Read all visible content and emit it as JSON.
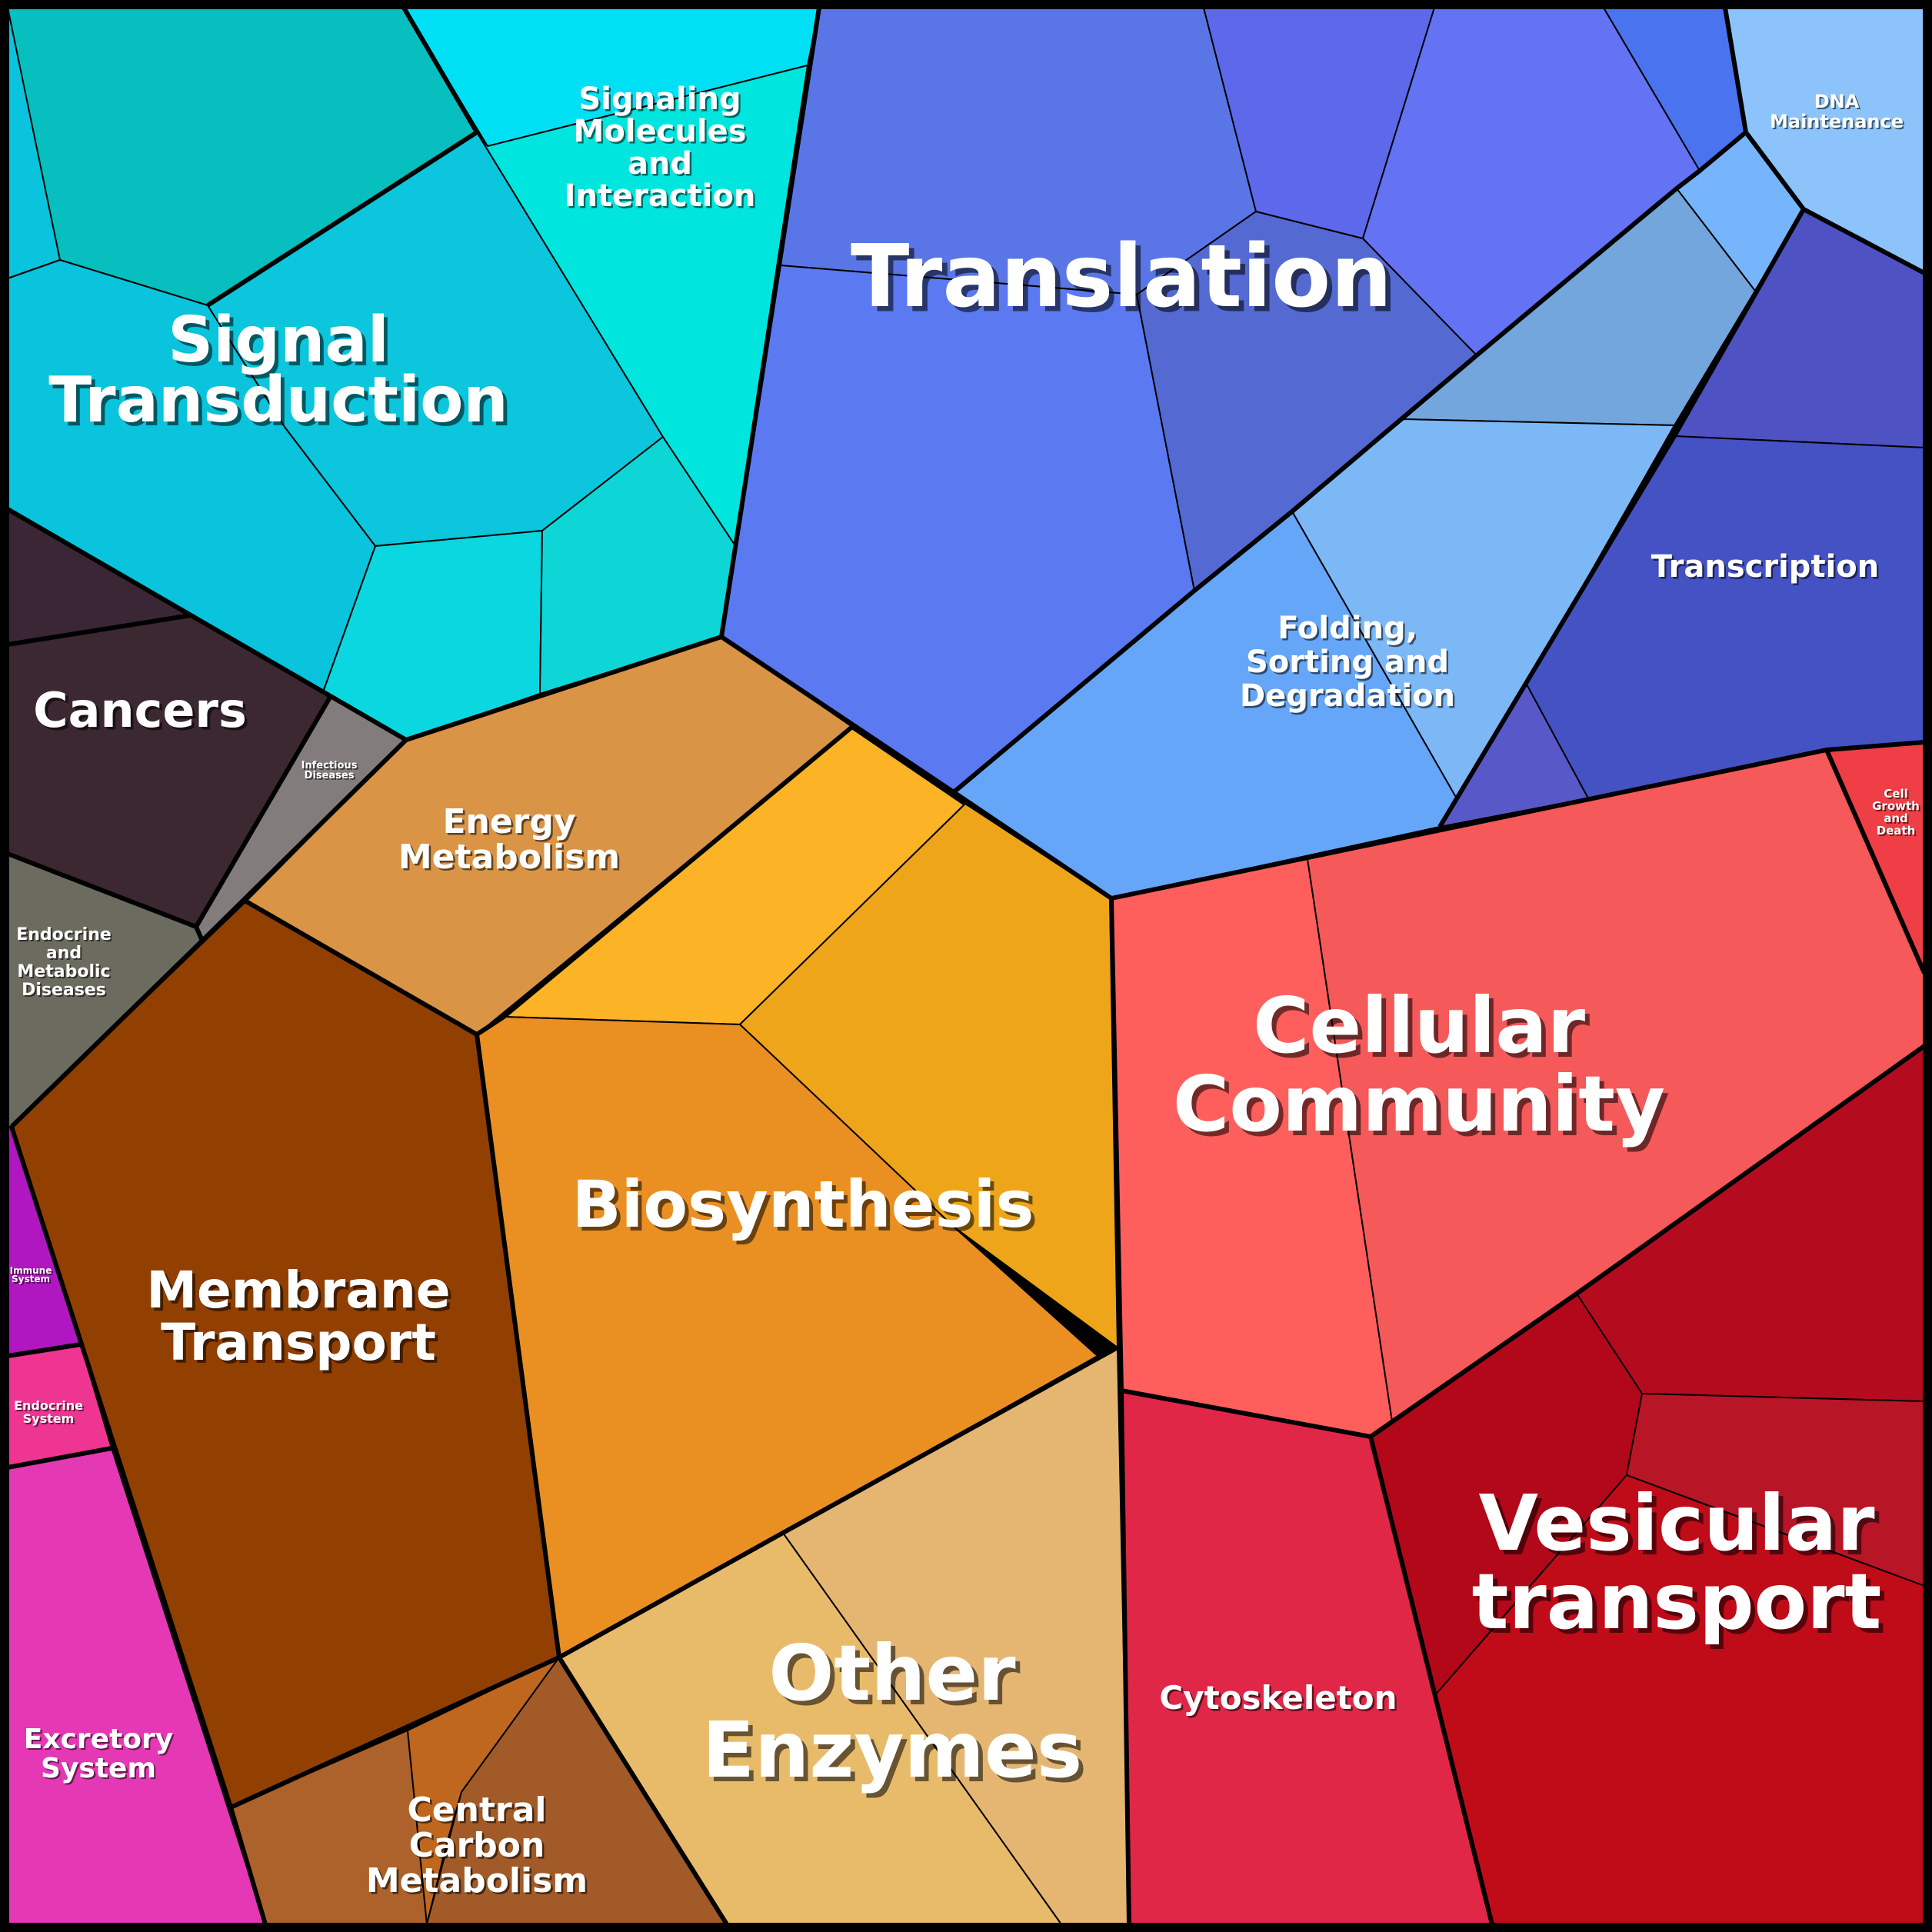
{
  "title": "Voronoi treemap of KEGG pathway categories",
  "colors": {
    "signal_transduction": "#0ac3dc",
    "signaling_molecules": "#00e5e0",
    "translation": "#5b79f0",
    "transcription": "#4452c4",
    "folding": "#66a6f8",
    "dna_maintenance": "#8cc3fa",
    "cancers": "#3c2831",
    "infectious": "#837c7c",
    "endocrine_metabolic": "#6b6b5f",
    "energy_metabolism": "#da9446",
    "biosynthesis": "#ea8f22",
    "membrane_transport": "#914002",
    "central_carbon": "#a25b28",
    "other_enzymes": "#e8bb6b",
    "cellular_community": "#f5595a",
    "cell_growth": "#ef3e45",
    "cytoskeleton": "#e02747",
    "vesicular_transport": "#c00b19",
    "immune": "#b117c0",
    "endocrine_system": "#ee3592",
    "excretory": "#e538b5"
  },
  "labels": {
    "signal_transduction": [
      "Signal",
      "Transduction"
    ],
    "signaling_molecules": [
      "Signaling",
      "Molecules",
      "and",
      "Interaction"
    ],
    "translation": [
      "Translation"
    ],
    "dna_maintenance": [
      "DNA",
      "Maintenance"
    ],
    "transcription": [
      "Transcription"
    ],
    "folding": [
      "Folding,",
      "Sorting and",
      "Degradation"
    ],
    "cancers": [
      "Cancers"
    ],
    "infectious": [
      "Infectious",
      "Diseases"
    ],
    "endocrine_metabolic": [
      "Endocrine",
      "and",
      "Metabolic",
      "Diseases"
    ],
    "energy_metabolism": [
      "Energy",
      "Metabolism"
    ],
    "biosynthesis": [
      "Biosynthesis"
    ],
    "membrane_transport": [
      "Membrane",
      "Transport"
    ],
    "central_carbon": [
      "Central",
      "Carbon",
      "Metabolism"
    ],
    "other_enzymes": [
      "Other",
      "Enzymes"
    ],
    "cellular_community": [
      "Cellular",
      "Community"
    ],
    "cell_growth": [
      "Cell",
      "Growth",
      "and",
      "Death"
    ],
    "cytoskeleton": [
      "Cytoskeleton"
    ],
    "vesicular_transport": [
      "Vesicular",
      "transport"
    ],
    "immune": [
      "Immune",
      "System"
    ],
    "endocrine_system": [
      "Endocrine",
      "System"
    ],
    "excretory": [
      "Excretory",
      "System"
    ]
  }
}
